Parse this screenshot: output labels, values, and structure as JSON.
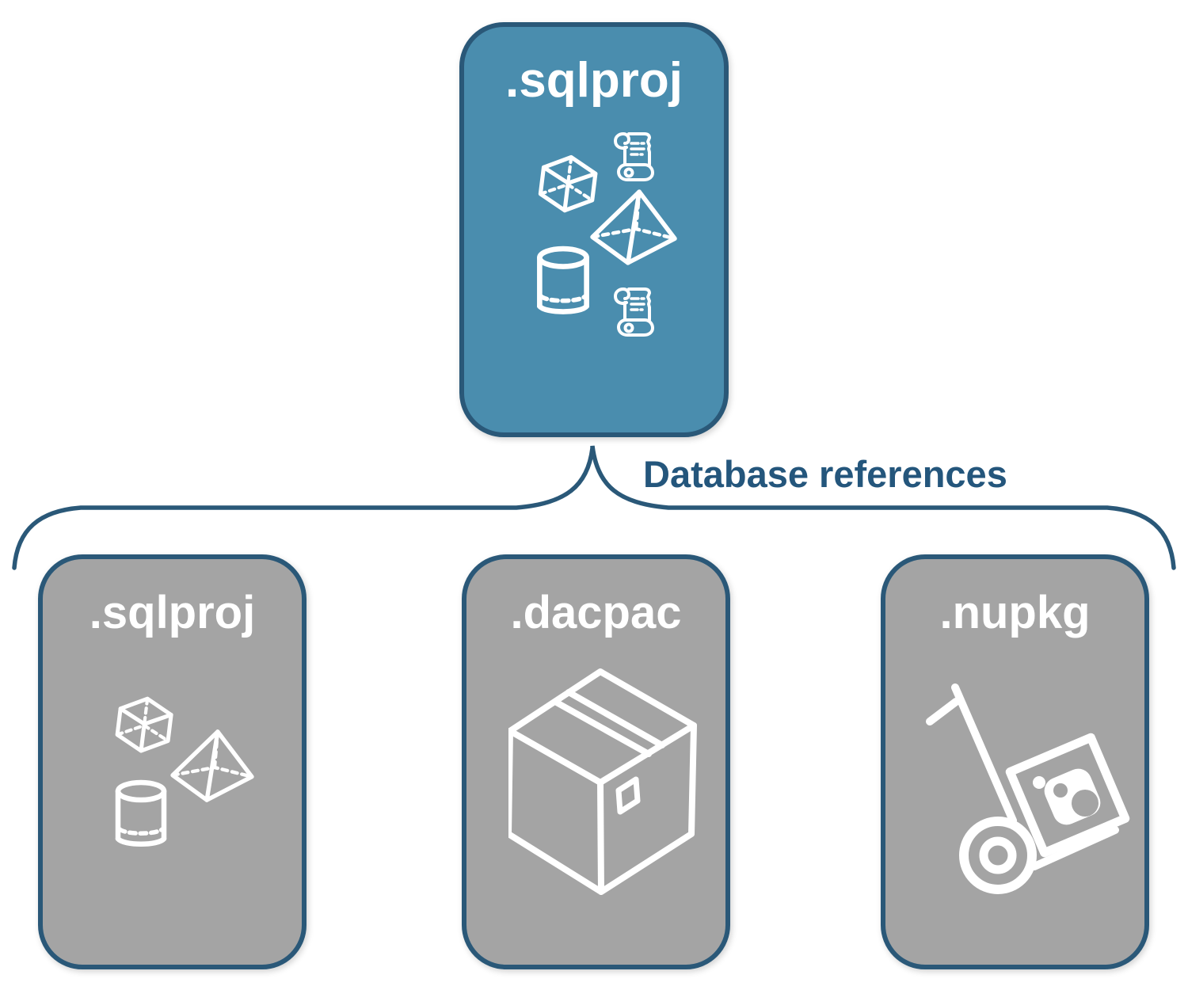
{
  "connector": {
    "label": "Database references"
  },
  "parent_card": {
    "label": ".sqlproj",
    "icons": [
      "script-scroll-icon",
      "cube-icon",
      "pyramid-icon",
      "cylinder-icon",
      "script-scroll-icon"
    ]
  },
  "child_cards": [
    {
      "label": ".sqlproj",
      "icons": [
        "cube-icon",
        "pyramid-icon",
        "cylinder-icon"
      ]
    },
    {
      "label": ".dacpac",
      "icons": [
        "package-box-icon"
      ]
    },
    {
      "label": ".nupkg",
      "icons": [
        "hand-truck-package-icon"
      ]
    }
  ],
  "colors": {
    "parent_fill": "#4a8dae",
    "child_fill": "#a4a4a4",
    "outline": "#2a5878",
    "connector_text": "#24567c",
    "icon_stroke": "#ffffff"
  }
}
